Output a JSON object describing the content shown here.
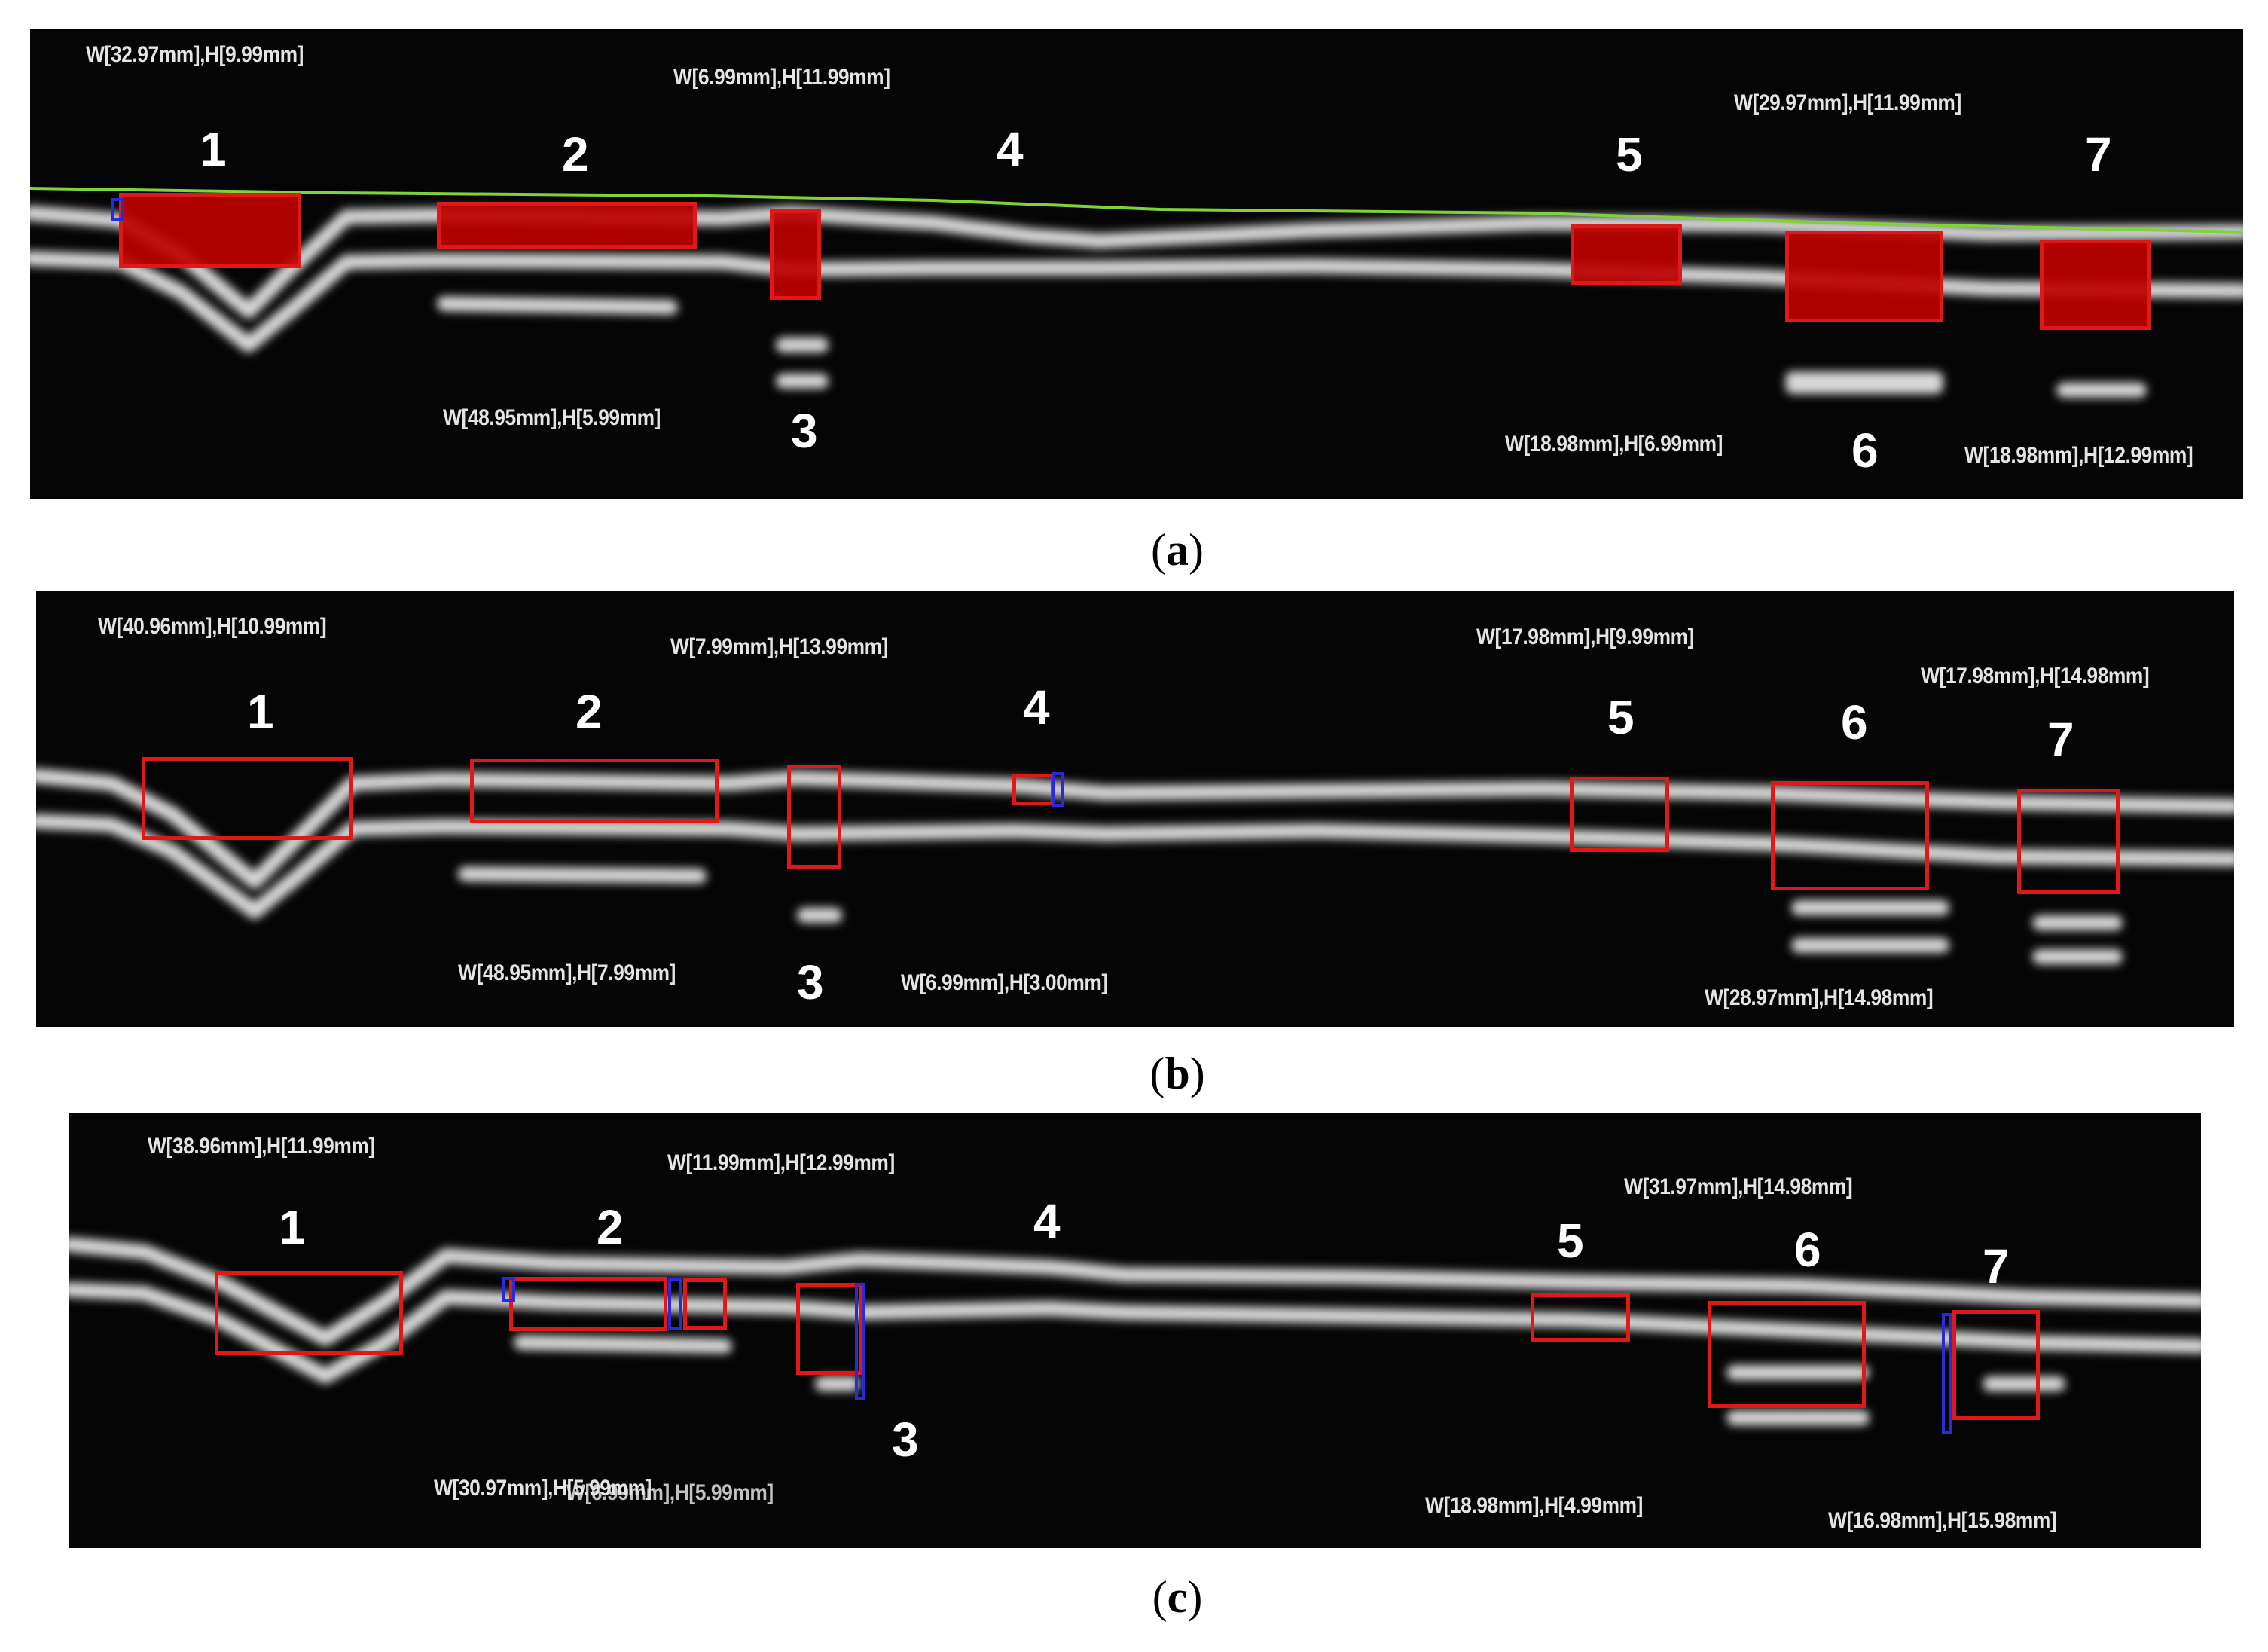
{
  "panels": [
    {
      "caption_letter": "a",
      "numbers": [
        "1",
        "2",
        "3",
        "4",
        "5",
        "6",
        "7"
      ],
      "measurements": [
        "W[32.97mm],H[9.99mm]",
        "W[6.99mm],H[11.99mm]",
        "W[29.97mm],H[11.99mm]",
        "W[48.95mm],H[5.99mm]",
        "W[18.98mm],H[6.99mm]",
        "W[18.98mm],H[12.99mm]"
      ]
    },
    {
      "caption_letter": "b",
      "numbers": [
        "1",
        "2",
        "3",
        "4",
        "5",
        "6",
        "7"
      ],
      "measurements": [
        "W[40.96mm],H[10.99mm]",
        "W[7.99mm],H[13.99mm]",
        "W[17.98mm],H[9.99mm]",
        "W[17.98mm],H[14.98mm]",
        "W[48.95mm],H[7.99mm]",
        "W[6.99mm],H[3.00mm]",
        "W[28.97mm],H[14.98mm]"
      ]
    },
    {
      "caption_letter": "c",
      "numbers": [
        "1",
        "2",
        "3",
        "4",
        "5",
        "6",
        "7"
      ],
      "measurements": [
        "W[38.96mm],H[11.99mm]",
        "W[11.99mm],H[12.99mm]",
        "W[31.97mm],H[14.98mm]",
        "W[30.97mm],H[5.99mm]",
        "W[6.99mm],H[5.99mm]",
        "W[18.98mm],H[4.99mm]",
        "W[16.98mm],H[15.98mm]"
      ]
    }
  ],
  "colors": {
    "background": "#050505",
    "scan_band": "#d8d8d8",
    "defect_box": "#e01818",
    "defect_fill": "#be0000",
    "edge_line": "#7ed33a",
    "blue_marker": "#2a2ad8"
  }
}
